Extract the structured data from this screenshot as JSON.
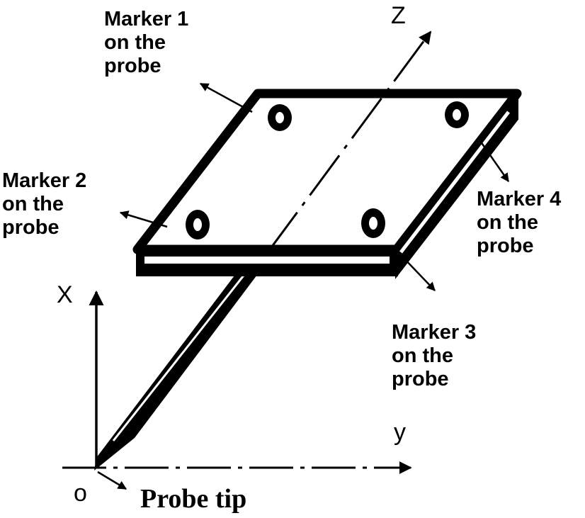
{
  "markers": [
    {
      "id": "marker-1",
      "line1": "Marker 1",
      "line2": "on the",
      "line3": "probe"
    },
    {
      "id": "marker-2",
      "line1": "Marker 2",
      "line2": "on the",
      "line3": "probe"
    },
    {
      "id": "marker-3",
      "line1": "Marker 3",
      "line2": "on the",
      "line3": "probe"
    },
    {
      "id": "marker-4",
      "line1": "Marker 4",
      "line2": "on the",
      "line3": "probe"
    }
  ],
  "axes": {
    "x": "X",
    "y": "y",
    "z": "Z",
    "origin": "o"
  },
  "probe_tip": "Probe tip",
  "colors": {
    "ink": "#000000",
    "background": "#ffffff"
  }
}
